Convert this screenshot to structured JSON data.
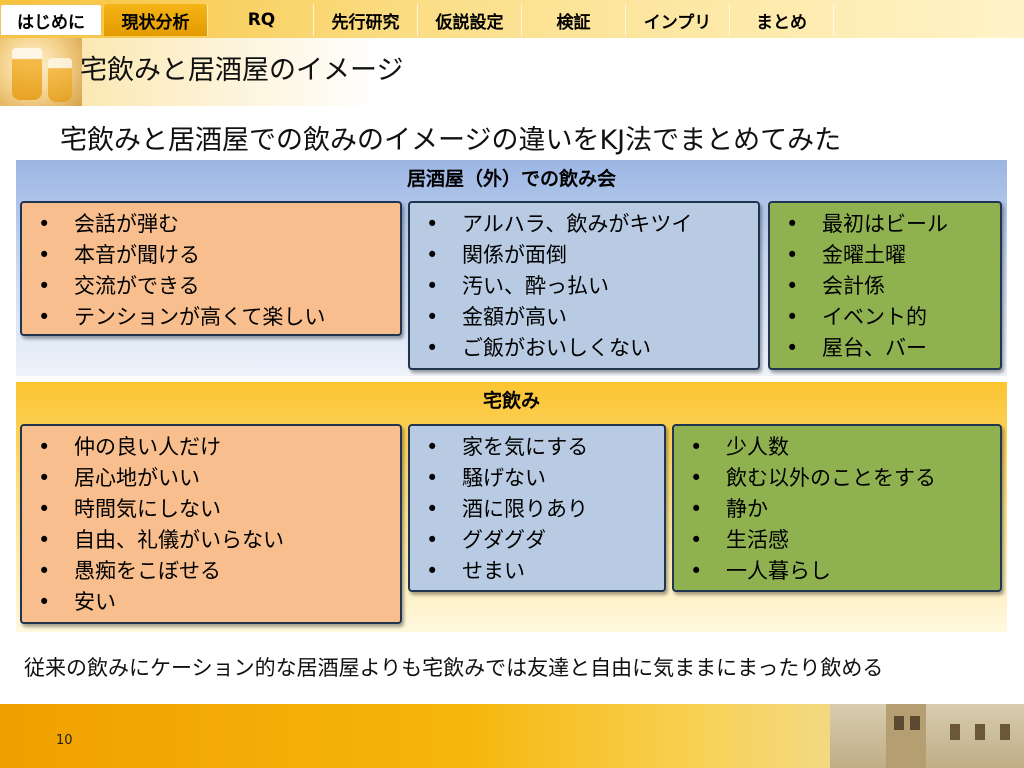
{
  "nav": {
    "tabs": [
      {
        "label": "はじめに",
        "state": "first"
      },
      {
        "label": "現状分析",
        "state": "active"
      },
      {
        "label": "RQ",
        "state": "normal"
      },
      {
        "label": "先行研究",
        "state": "normal"
      },
      {
        "label": "仮説設定",
        "state": "normal"
      },
      {
        "label": "検証",
        "state": "normal"
      },
      {
        "label": "インプリ",
        "state": "normal"
      },
      {
        "label": "まとめ",
        "state": "normal"
      }
    ]
  },
  "page_title": "宅飲みと居酒屋のイメージ",
  "subtitle": "宅飲みと居酒屋での飲みのイメージの違いをKJ法でまとめてみた",
  "sections": {
    "izakaya": {
      "title": "居酒屋（外）での飲み会",
      "boxes": [
        {
          "color": "#f8be8e",
          "items": [
            "会話が弾む",
            "本音が聞ける",
            "交流ができる",
            "テンションが高くて楽しい"
          ]
        },
        {
          "color": "#b9cbe3",
          "items": [
            "アルハラ、飲みがキツイ",
            "関係が面倒",
            "汚い、酔っ払い",
            "金額が高い",
            "ご飯がおいしくない"
          ]
        },
        {
          "color": "#8fb14f",
          "items": [
            "最初はビール",
            "金曜土曜",
            "会計係",
            "イベント的",
            "屋台、バー"
          ]
        }
      ]
    },
    "takunomi": {
      "title": "宅飲み",
      "boxes": [
        {
          "color": "#f8be8e",
          "items": [
            "仲の良い人だけ",
            "居心地がいい",
            "時間気にしない",
            "自由、礼儀がいらない",
            "愚痴をこぼせる",
            "安い"
          ]
        },
        {
          "color": "#b9cbe3",
          "items": [
            "家を気にする",
            "騒げない",
            "酒に限りあり",
            "グダグダ",
            "せまい"
          ]
        },
        {
          "color": "#8fb14f",
          "items": [
            "少人数",
            "飲む以外のことをする",
            "静か",
            "生活感",
            "一人暮らし"
          ]
        }
      ]
    }
  },
  "conclusion": "従来の飲みにケーション的な居酒屋よりも宅飲みでは友達と自由に気ままにまったり飲める",
  "page_number": "10"
}
